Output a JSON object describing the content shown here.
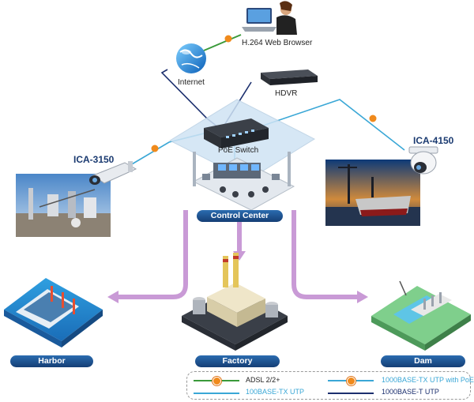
{
  "labels": {
    "browser": "H.264 Web Browser",
    "internet": "Internet",
    "hdvr": "HDVR",
    "poe_switch": "PoE Switch",
    "control_center": "Control Center",
    "camera_left": "ICA-3150",
    "camera_right": "ICA-4150",
    "harbor": "Harbor",
    "factory": "Factory",
    "dam": "Dam"
  },
  "legend": {
    "adsl": "ADSL 2/2+",
    "utp_poe": "1000BASE-TX UTP with PoE",
    "utp_100": "100BASE-TX UTP",
    "utp_1000t": "1000BASE-T UTP"
  },
  "colors": {
    "adsl": "#3a9a3a",
    "poe": "#3aa7d6",
    "utp100": "#3aa7d6",
    "utp1000": "#1b2f6e",
    "arrow": "#c99ad6",
    "pill": "#1f5aa0",
    "badge": "#f08a1c"
  }
}
